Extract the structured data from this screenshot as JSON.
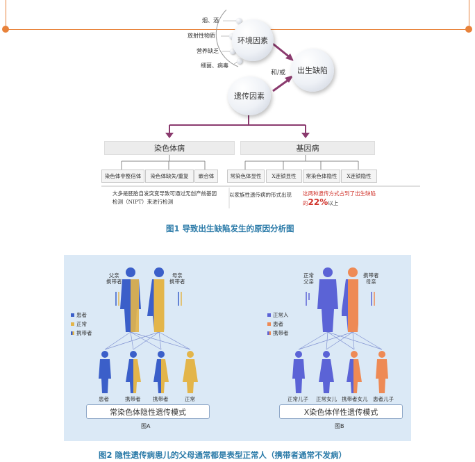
{
  "figure1": {
    "env_factors": [
      "烟、酒",
      "放射性物质",
      "营养缺乏",
      "细菌、病毒"
    ],
    "env_bubble": "环境因素",
    "gen_bubble": "遗传因素",
    "defect_bubble": "出生缺陷",
    "and_or": "和/或",
    "branch_left": "染色体病",
    "branch_right": "基因病",
    "left_boxes": [
      "染色体非整倍体",
      "染色体缺失/重复",
      "嵌合体"
    ],
    "right_boxes": [
      "常染色体显性",
      "X连锁显性",
      "常染色体隐性",
      "X连锁隐性"
    ],
    "note_left": "大多是胚胎自发突变导致可通过无创产前基因检测（NIPT）来进行检测",
    "note_mid": "以家族性遗传病的形式出现",
    "note_right_a": "这两种遗传方式占到了出生缺陷的",
    "note_right_pct": "22%",
    "note_right_b": "以上",
    "caption": "图1  导致出生缺陷发生的原因分析图"
  },
  "figure2": {
    "panel_a": {
      "legend": [
        "患者",
        "正常",
        "携带者"
      ],
      "father_label": "父亲\n携带者",
      "mother_label": "母亲\n携带者",
      "children": [
        "患者",
        "携带者",
        "携带者",
        "正常"
      ],
      "mode": "常染色体隐性遗传模式",
      "fig_label": "图A"
    },
    "panel_b": {
      "legend": [
        "正常人",
        "患者",
        "携带者"
      ],
      "father_label": "正常\n父亲",
      "mother_label": "携带者\n母亲",
      "children": [
        "正常儿子",
        "正常女儿",
        "携带者女儿",
        "患者儿子"
      ],
      "mode": "X染色体伴性遗传模式",
      "fig_label": "图B"
    },
    "caption": "图2  隐性遗传病患儿的父母通常都是表型正常人（携带者通常不发病）"
  },
  "colors": {
    "accent_orange": "#e8823a",
    "caption_blue": "#2a7aa8",
    "branch_purple": "#8a3a6e",
    "patient_blue": "#3b5fc9",
    "normal_yellow": "#e3b54a",
    "male_normal_blue": "#5b63d6",
    "female_patient_orange": "#ee8a55",
    "panel_bg": "#dbe9f6"
  }
}
